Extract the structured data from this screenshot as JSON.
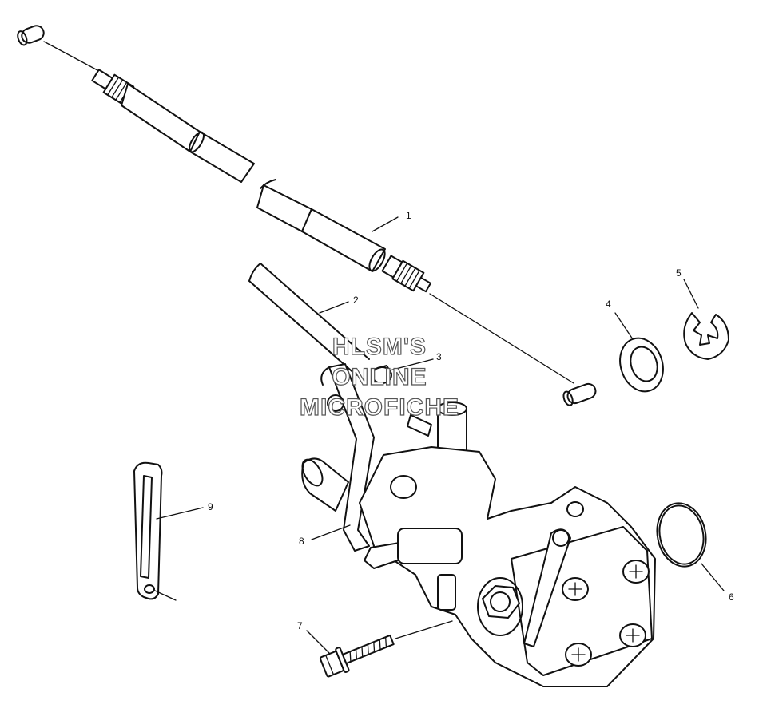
{
  "callouts": [
    "1",
    "2",
    "3",
    "4",
    "5",
    "6",
    "7",
    "8",
    "9"
  ],
  "watermark": {
    "line1": "HLSM'S",
    "line2": "ONLINE",
    "line3": "MICROFICHE"
  }
}
